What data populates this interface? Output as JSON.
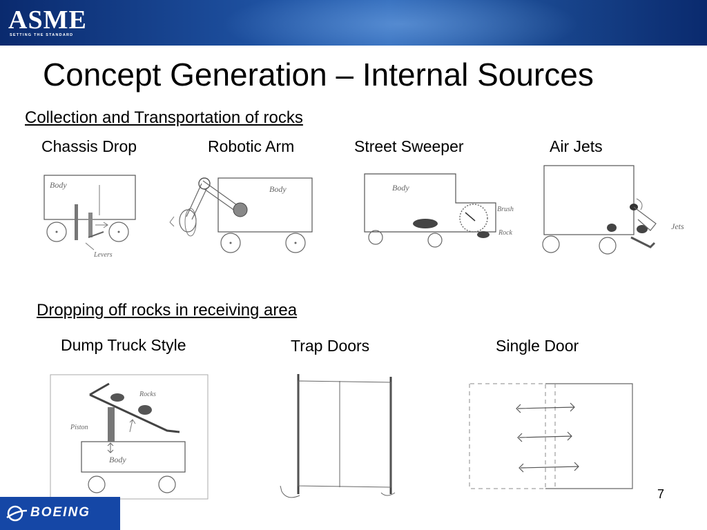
{
  "header": {
    "logo_text": "ASME",
    "logo_tagline": "SETTING THE STANDARD"
  },
  "slide": {
    "title": "Concept Generation – Internal Sources",
    "page_number": "7"
  },
  "collection": {
    "heading": "Collection and Transportation of rocks",
    "concepts": [
      "Chassis Drop",
      "Robotic Arm",
      "Street Sweeper",
      "Air Jets"
    ]
  },
  "dropping": {
    "heading": "Dropping off rocks in receiving area",
    "concepts": [
      "Dump Truck Style",
      "Trap Doors",
      "Single Door"
    ]
  },
  "sketch_notes": {
    "chassis_drop": [
      "Body",
      "Levers"
    ],
    "robotic_arm": [
      "Body"
    ],
    "street_sweeper": [
      "Body",
      "Brush",
      "Rock"
    ],
    "air_jets": [
      "Jets"
    ],
    "dump_truck": [
      "Rocks",
      "Piston",
      "Body"
    ]
  },
  "footer": {
    "logo_text": "BOEING"
  }
}
